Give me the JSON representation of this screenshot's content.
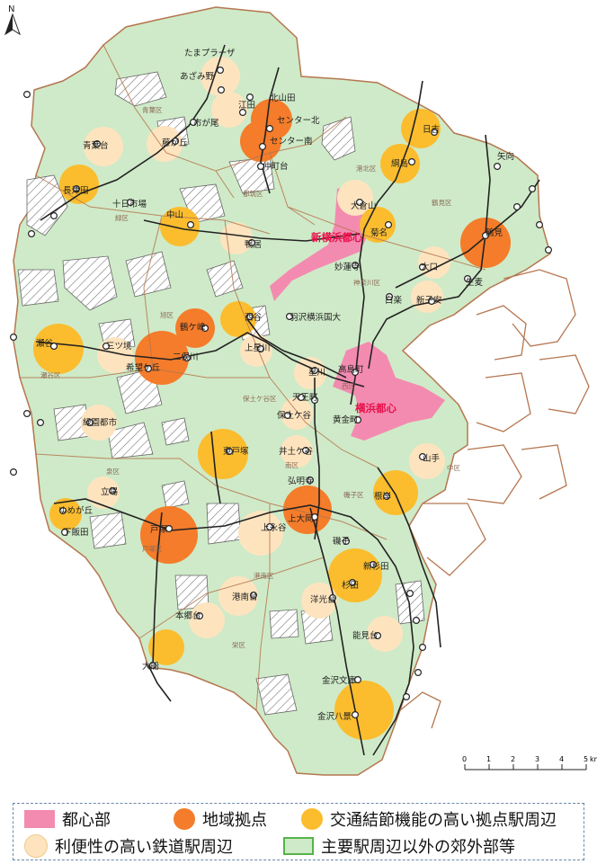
{
  "map": {
    "north_label": "N",
    "scale_ticks": [
      "0",
      "1",
      "2",
      "3",
      "4",
      "5"
    ],
    "scale_unit": "km",
    "labels": {
      "core_shin_yokohama": "新横浜都心",
      "core_yokohama": "横浜都心",
      "tama_plaza": "たまプラーザ",
      "azamino": "あざみ野",
      "kita_yamata": "北山田",
      "eda": "江田",
      "center_kita": "センター北",
      "center_minami": "センター南",
      "ichigao": "市が尾",
      "hiyoshi": "日吉",
      "aobadai": "青葉台",
      "fujigaoka": "藤が丘",
      "nakamachidai": "仲町台",
      "tsunashima": "綱島",
      "yako": "矢向",
      "nagatsuta": "長津田",
      "tokaichiba": "十日市場",
      "nakayama": "中山",
      "okurayama": "大倉山",
      "kikuna": "菊名",
      "tsurumi": "鶴見",
      "kamoi": "鴨居",
      "myorenji": "妙蓮寺",
      "oguchi": "大口",
      "namamugi": "生麦",
      "hakuraku": "白楽",
      "shinkoyasu": "新子安",
      "tsurugamine": "鶴ケ峰",
      "nishiya": "西谷",
      "hazawa": "羽沢横浜国大",
      "seya": "瀬谷",
      "mitsukyo": "三ツ境",
      "kibogaoka": "希望ケ丘",
      "futamatagawa": "二俣川",
      "kamihoshikawa": "上星川",
      "hoshikawa": "星川",
      "takashimacho": "高島町",
      "tenno": "天王町",
      "hodogaya": "保土ケ谷",
      "kogane": "黄金町",
      "ryokuen": "緑園都市",
      "higashi_totsuka": "東戸塚",
      "idogaya": "井土ケ谷",
      "yamate": "山手",
      "gumyoji": "弘明寺",
      "tateba": "立場",
      "yumegaoka": "ゆめが丘",
      "shimoiida": "下飯田",
      "totsuka": "戸塚",
      "kaminagaya": "上永谷",
      "kamiooka": "上大岡",
      "negishi": "根岸",
      "isogo": "磯子",
      "shinsugita": "新杉田",
      "sugita": "杉田",
      "konandai": "港南台",
      "yokodai": "洋光台",
      "hongodai": "本郷台",
      "nokendai": "能見台",
      "ofuna": "大船",
      "kanazawa_bunko": "金沢文庫",
      "kanazawa_hakkei": "金沢八景"
    },
    "wards": {
      "aoba": "青葉区",
      "tsuzuki": "都筑区",
      "kohoku": "港北区",
      "midori": "緑区",
      "tsurumi": "鶴見区",
      "kanagawa": "神奈川区",
      "asahi": "旭区",
      "seya": "瀬谷区",
      "hodogaya": "保土ケ谷区",
      "nishi": "西区",
      "naka": "中区",
      "minami": "南区",
      "izumi": "泉区",
      "totsuka": "戸塚区",
      "konan": "港南区",
      "isogo": "磯子区",
      "sakae": "栄区"
    },
    "colors": {
      "green_fill": "#cfeac8",
      "pink_core": "#f38bb0",
      "regional_hub": "#f47c2a",
      "transit_hub": "#fbbd2e",
      "convenient_station": "#fde4bf",
      "ward_boundary": "#b5764f",
      "railway": "#222222"
    }
  },
  "legend": {
    "items": [
      {
        "label": "都心部",
        "color": "#f38bb0",
        "shape": "rect"
      },
      {
        "label": "地域拠点",
        "color": "#f47c2a",
        "shape": "circle"
      },
      {
        "label": "交通結節機能の高い拠点駅周辺",
        "color": "#fbbd2e",
        "shape": "circle"
      },
      {
        "label": "利便性の高い鉄道駅周辺",
        "color": "#fde4bf",
        "shape": "circle"
      },
      {
        "label": "主要駅周辺以外の郊外部等",
        "color": "#cfeac8",
        "shape": "rect-outline"
      }
    ]
  }
}
